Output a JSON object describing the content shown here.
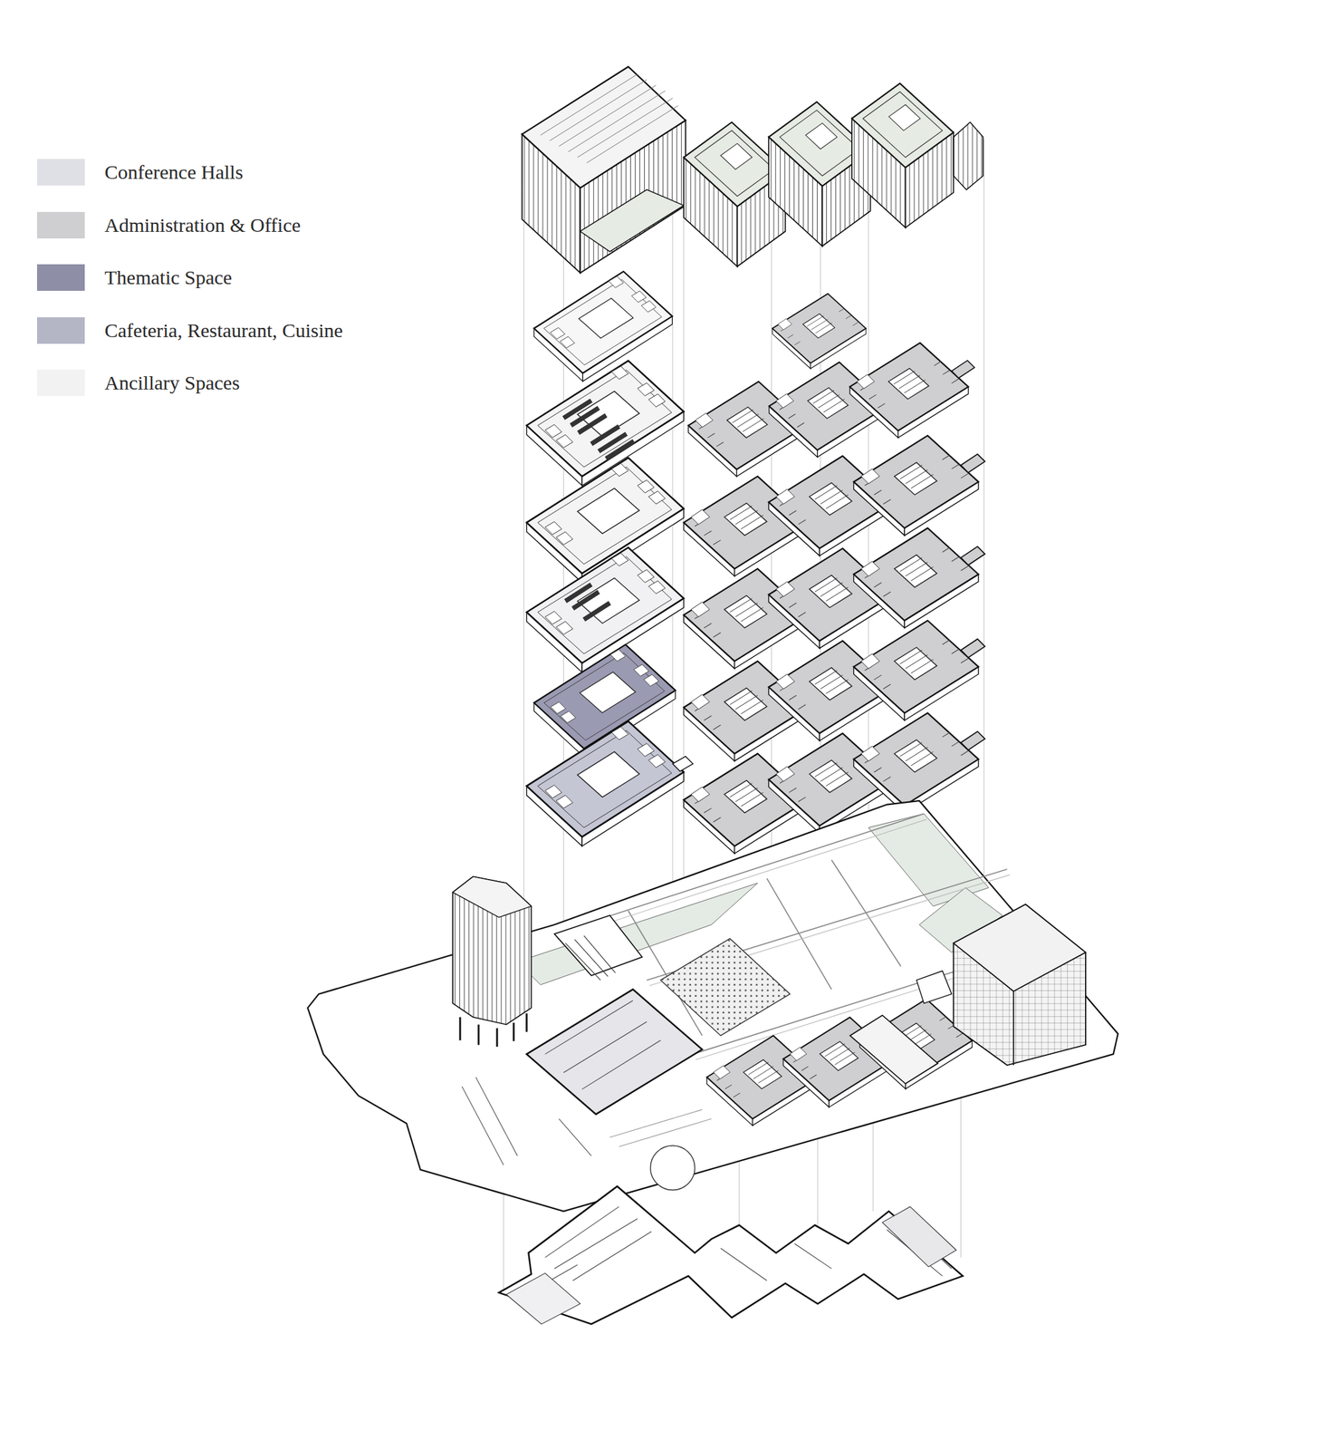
{
  "diagram": {
    "legend": [
      {
        "text": "Conference Halls",
        "color": "#dfe0e5"
      },
      {
        "text": "Administration & Office",
        "color": "#cfcfd1"
      },
      {
        "text": "Thematic Space",
        "color": "#8e8ea6"
      },
      {
        "text": "Cafeteria, Restaurant, Cuisine",
        "color": "#b4b6c6"
      },
      {
        "text": "Ancillary Spaces",
        "color": "#f2f2f3"
      }
    ]
  }
}
